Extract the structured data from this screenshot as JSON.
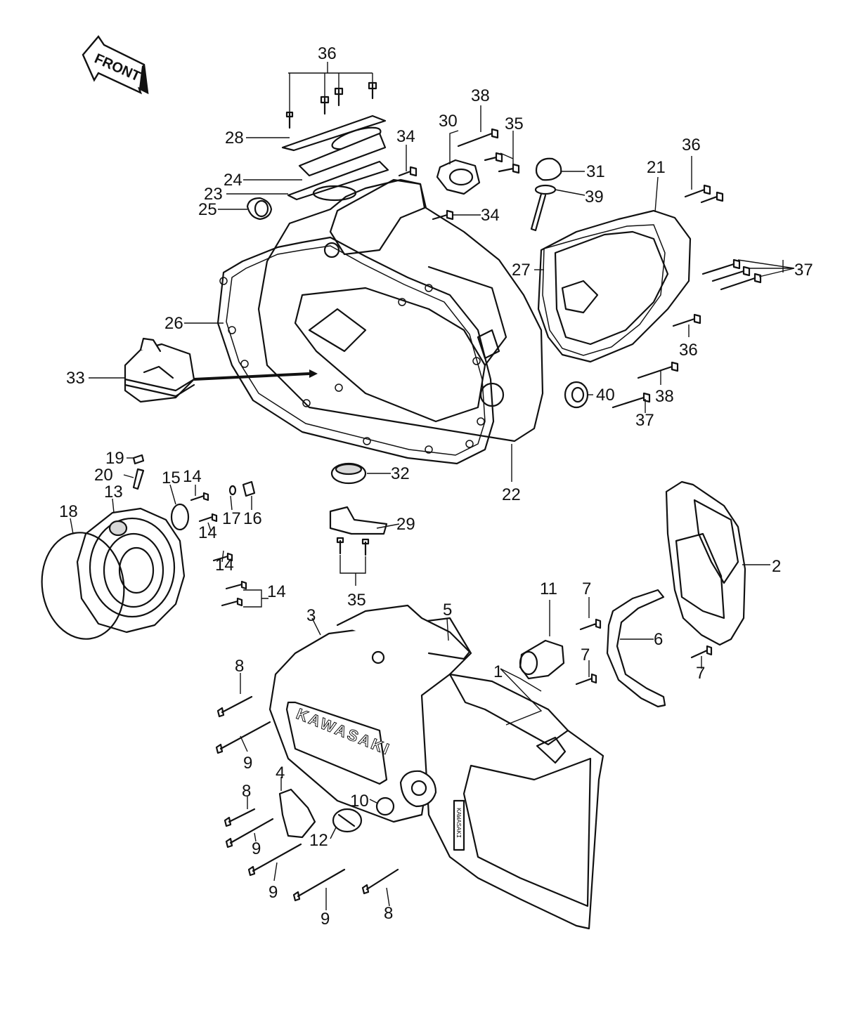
{
  "front_arrow": {
    "label": "FRONT"
  },
  "brand_plate": {
    "text": "KAWASAKI"
  },
  "housing_stamp": {
    "text": "KAWASAKI"
  },
  "callouts": [
    {
      "id": "c1",
      "label": "1"
    },
    {
      "id": "c2",
      "label": "2"
    },
    {
      "id": "c3",
      "label": "3"
    },
    {
      "id": "c4",
      "label": "4"
    },
    {
      "id": "c5",
      "label": "5"
    },
    {
      "id": "c6",
      "label": "6"
    },
    {
      "id": "c7a",
      "label": "7"
    },
    {
      "id": "c7b",
      "label": "7"
    },
    {
      "id": "c7c",
      "label": "7"
    },
    {
      "id": "c8a",
      "label": "8"
    },
    {
      "id": "c8b",
      "label": "8"
    },
    {
      "id": "c8c",
      "label": "8"
    },
    {
      "id": "c9a",
      "label": "9"
    },
    {
      "id": "c9b",
      "label": "9"
    },
    {
      "id": "c9c",
      "label": "9"
    },
    {
      "id": "c9d",
      "label": "9"
    },
    {
      "id": "c10",
      "label": "10"
    },
    {
      "id": "c11",
      "label": "11"
    },
    {
      "id": "c12",
      "label": "12"
    },
    {
      "id": "c13",
      "label": "13"
    },
    {
      "id": "c14a",
      "label": "14"
    },
    {
      "id": "c14b",
      "label": "14"
    },
    {
      "id": "c14c",
      "label": "14"
    },
    {
      "id": "c14d",
      "label": "14"
    },
    {
      "id": "c15",
      "label": "15"
    },
    {
      "id": "c16",
      "label": "16"
    },
    {
      "id": "c17",
      "label": "17"
    },
    {
      "id": "c18",
      "label": "18"
    },
    {
      "id": "c19",
      "label": "19"
    },
    {
      "id": "c20",
      "label": "20"
    },
    {
      "id": "c21",
      "label": "21"
    },
    {
      "id": "c22",
      "label": "22"
    },
    {
      "id": "c23",
      "label": "23"
    },
    {
      "id": "c24",
      "label": "24"
    },
    {
      "id": "c25",
      "label": "25"
    },
    {
      "id": "c26",
      "label": "26"
    },
    {
      "id": "c27",
      "label": "27"
    },
    {
      "id": "c28",
      "label": "28"
    },
    {
      "id": "c29",
      "label": "29"
    },
    {
      "id": "c30",
      "label": "30"
    },
    {
      "id": "c31",
      "label": "31"
    },
    {
      "id": "c32",
      "label": "32"
    },
    {
      "id": "c33",
      "label": "33"
    },
    {
      "id": "c34a",
      "label": "34"
    },
    {
      "id": "c34b",
      "label": "34"
    },
    {
      "id": "c35a",
      "label": "35"
    },
    {
      "id": "c35b",
      "label": "35"
    },
    {
      "id": "c36a",
      "label": "36"
    },
    {
      "id": "c36b",
      "label": "36"
    },
    {
      "id": "c36c",
      "label": "36"
    },
    {
      "id": "c37a",
      "label": "37"
    },
    {
      "id": "c37b",
      "label": "37"
    },
    {
      "id": "c38a",
      "label": "38"
    },
    {
      "id": "c38b",
      "label": "38"
    },
    {
      "id": "c39",
      "label": "39"
    },
    {
      "id": "c40",
      "label": "40"
    }
  ]
}
